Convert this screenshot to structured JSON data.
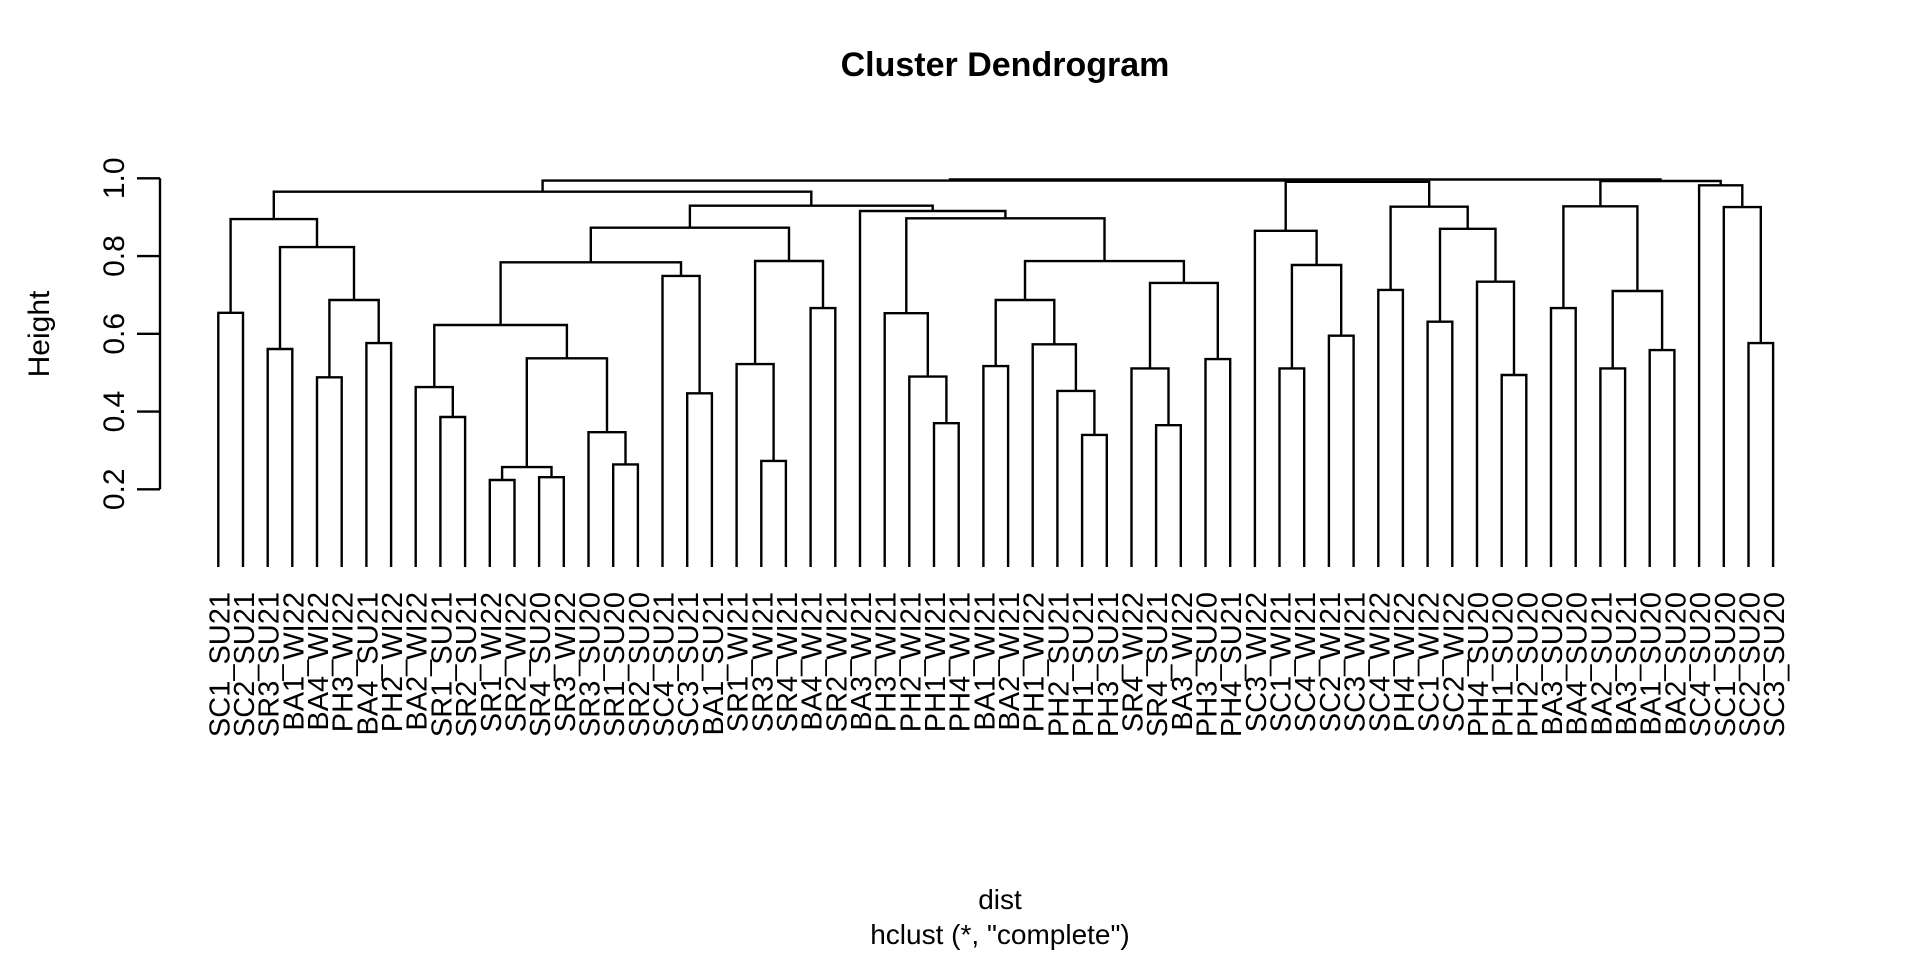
{
  "chart_data": {
    "type": "dendrogram",
    "title": "Cluster Dendrogram",
    "ylabel": "Height",
    "xlabel": "dist",
    "subtitle": "hclust (*, \"complete\")",
    "line_color": "#000000",
    "background": "#ffffff",
    "y_axis": {
      "ticks": [
        0.2,
        0.4,
        0.6,
        0.8,
        1.0
      ],
      "tick_labels": [
        "0.2",
        "0.4",
        "0.6",
        "0.8",
        "1.0"
      ],
      "axis_range": [
        0.2,
        1.0
      ]
    },
    "leaves": [
      "SC1_SU21",
      "SC2_SU21",
      "SR3_SU21",
      "BA1_WI22",
      "BA4_WI22",
      "PH3_WI22",
      "BA4_SU21",
      "PH2_WI22",
      "BA2_WI22",
      "SR1_SU21",
      "SR2_SU21",
      "SR1_WI22",
      "SR2_WI22",
      "SR4_SU20",
      "SR3_WI22",
      "SR3_SU20",
      "SR1_SU20",
      "SR2_SU20",
      "SC4_SU21",
      "SC3_SU21",
      "BA1_SU21",
      "SR1_WI21",
      "SR3_WI21",
      "SR4_WI21",
      "BA4_WI21",
      "SR2_WI21",
      "BA3_WI21",
      "PH3_WI21",
      "PH2_WI21",
      "PH1_WI21",
      "PH4_WI21",
      "BA1_WI21",
      "BA2_WI21",
      "PH1_WI22",
      "PH2_SU21",
      "PH1_SU21",
      "PH3_SU21",
      "SR4_WI22",
      "SR4_SU21",
      "BA3_WI22",
      "PH3_SU20",
      "PH4_SU21",
      "SC3_WI22",
      "SC1_WI21",
      "SC4_WI21",
      "SC2_WI21",
      "SC3_WI21",
      "SC4_WI22",
      "PH4_WI22",
      "SC1_WI22",
      "SC2_WI22",
      "PH4_SU20",
      "PH1_SU20",
      "PH2_SU20",
      "BA3_SU20",
      "BA4_SU20",
      "BA2_SU21",
      "BA3_SU21",
      "BA1_SU20",
      "BA2_SU20",
      "SC4_SU20",
      "SC1_SU20",
      "SC2_SU20",
      "SC3_SU20"
    ],
    "merges": [
      0.997,
      [
        0.994,
        [
          0.9655,
          [
            0.895,
            [
              0.654,
              0,
              1
            ],
            [
              0.823,
              [
                0.561,
                2,
                3
              ],
              [
                0.687,
                [
                  0.488,
                  4,
                  5
                ],
                [
                  0.576,
                  6,
                  7
                ]
              ]
            ]
          ],
          [
            0.9295,
            [
              0.873,
              [
                0.784,
                [
                  0.6227,
                  [
                    0.463,
                    8,
                    [
                      0.386,
                      9,
                      10
                    ]
                  ],
                  [
                    0.537,
                    [
                      0.257,
                      [
                        0.224,
                        11,
                        12
                      ],
                      [
                        0.231,
                        13,
                        14
                      ]
                    ],
                    [
                      0.347,
                      15,
                      [
                        0.264,
                        16,
                        17
                      ]
                    ]
                  ]
                ],
                [
                  0.749,
                  18,
                  [
                    0.447,
                    19,
                    20
                  ]
                ]
              ],
              [
                0.7872,
                [
                  0.522,
                  21,
                  [
                    0.273,
                    22,
                    23
                  ]
                ],
                [
                  0.666,
                  24,
                  25
                ]
              ]
            ],
            [
              0.916,
              26,
              [
                0.897,
                [
                  0.653,
                  27,
                  [
                    0.49,
                    28,
                    [
                      0.37,
                      29,
                      30
                    ]
                  ]
                ],
                [
                  0.7869,
                  [
                    0.687,
                    [
                      0.517,
                      31,
                      32
                    ],
                    [
                      0.573,
                      33,
                      [
                        0.453,
                        34,
                        [
                          0.34,
                          35,
                          36
                        ]
                      ]
                    ]
                  ],
                  [
                    0.731,
                    [
                      0.511,
                      37,
                      [
                        0.365,
                        38,
                        39
                      ]
                    ],
                    [
                      0.535,
                      40,
                      41
                    ]
                  ]
                ]
              ]
            ]
          ]
        ],
        [
          0.991,
          [
            0.865,
            42,
            [
              0.777,
              [
                0.511,
                43,
                44
              ],
              [
                0.595,
                45,
                46
              ]
            ]
          ],
          [
            0.927,
            [
              0.713,
              47,
              48
            ],
            [
              0.87,
              [
                0.631,
                49,
                50
              ],
              [
                0.734,
                51,
                [
                  0.494,
                  52,
                  53
                ]
              ]
            ]
          ]
        ]
      ],
      [
        0.993,
        [
          0.928,
          [
            0.666,
            54,
            55
          ],
          [
            0.71,
            [
              0.511,
              56,
              57
            ],
            [
              0.558,
              58,
              59
            ]
          ]
        ],
        [
          0.982,
          60,
          [
            0.926,
            61,
            [
              0.576,
              62,
              63
            ]
          ]
        ]
      ]
    ]
  }
}
